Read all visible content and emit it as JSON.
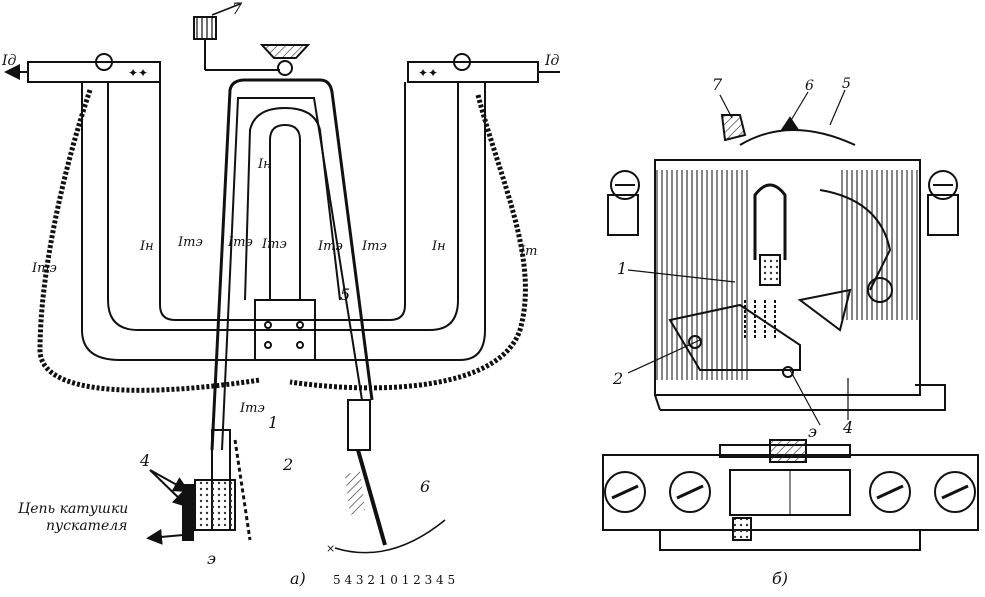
{
  "figure": {
    "panel_a": {
      "label": "а)",
      "callouts": [
        "7",
        "5",
        "1",
        "2",
        "4",
        "э",
        "6"
      ],
      "currents": {
        "i_d_left": "Iд",
        "i_d_right": "Iд",
        "i_n_center": "Iн",
        "i_n_left": "Iн",
        "i_n_right": "Iн",
        "i_te_1": "Iтэ",
        "i_te_2": "Iтэ",
        "i_te_3": "Iтэ",
        "i_te_4": "Iтэ",
        "i_te_5": "Iтэ",
        "i_te_left": "Iтэ",
        "i_t_right": "Iт",
        "i_te_bottom": "Iтэ"
      },
      "caption_line1": "Цепь катушки",
      "caption_line2": "пускателя",
      "scale_ticks": "5 4 3 2 1 0 1 2 3 4 5",
      "scale_cross": "×"
    },
    "panel_b": {
      "label": "б)",
      "callouts": [
        "7",
        "6",
        "5",
        "1",
        "2",
        "э",
        "4"
      ]
    }
  }
}
